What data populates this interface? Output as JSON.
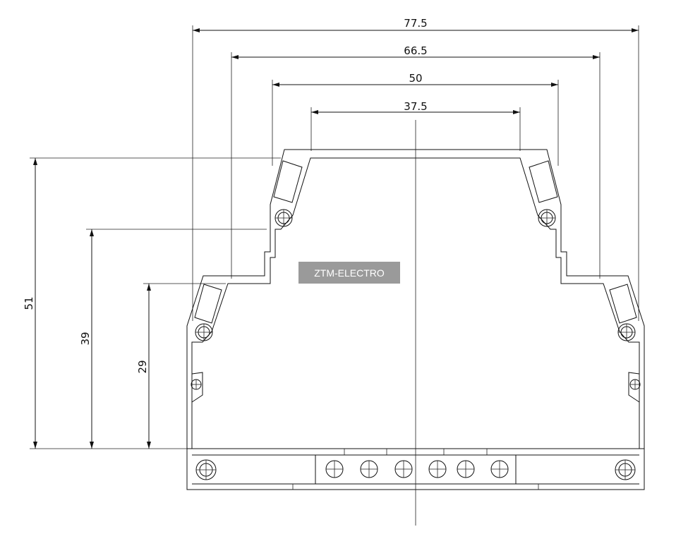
{
  "dimensions": {
    "top": [
      "77.5",
      "66.5",
      "50",
      "37.5"
    ],
    "left": [
      "51",
      "39",
      "29"
    ]
  },
  "brand": {
    "label": "ZTM-ELECTRO",
    "bg": "#9a9a9a",
    "fg": "#ffffff"
  }
}
